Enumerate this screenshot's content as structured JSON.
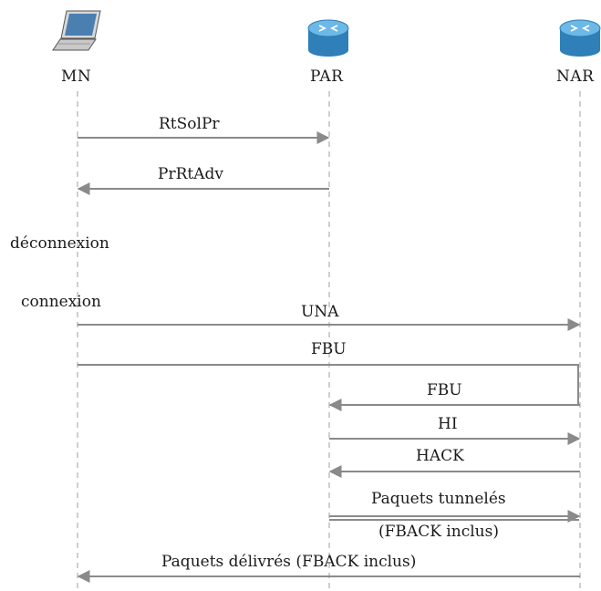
{
  "nodes": [
    {
      "id": "mn",
      "label": "MN",
      "icon": "laptop-icon"
    },
    {
      "id": "par",
      "label": "PAR",
      "icon": "router-icon"
    },
    {
      "id": "nar",
      "label": "NAR",
      "icon": "router-icon"
    }
  ],
  "events": {
    "disconnect": "déconnexion",
    "connect": "connexion"
  },
  "messages": [
    {
      "id": "rtsolpr",
      "label": "RtSolPr",
      "from": "mn",
      "to": "par"
    },
    {
      "id": "prrtadv",
      "label": "PrRtAdv",
      "from": "par",
      "to": "mn"
    },
    {
      "id": "una",
      "label": "UNA",
      "from": "mn",
      "to": "nar"
    },
    {
      "id": "fbu1",
      "label": "FBU",
      "from": "mn",
      "to": "nar"
    },
    {
      "id": "fbu2",
      "label": "FBU",
      "from": "nar",
      "to": "par"
    },
    {
      "id": "hi",
      "label": "HI",
      "from": "par",
      "to": "nar"
    },
    {
      "id": "hack",
      "label": "HACK",
      "from": "nar",
      "to": "par"
    },
    {
      "id": "tunnel",
      "label": "Paquets tunnelés",
      "sublabel": "(FBACK inclus)",
      "from": "par",
      "to": "nar"
    },
    {
      "id": "delivered",
      "label": "Paquets délivrés (FBACK inclus)",
      "from": "nar",
      "to": "mn"
    }
  ],
  "colors": {
    "arrow": "#8a8a8a",
    "lifeline": "#b5b5b5",
    "router_body": "#3a8fc8",
    "router_top": "#6cb8e6",
    "laptop_screen": "#4a7fb0",
    "text": "#1a1a1a"
  }
}
